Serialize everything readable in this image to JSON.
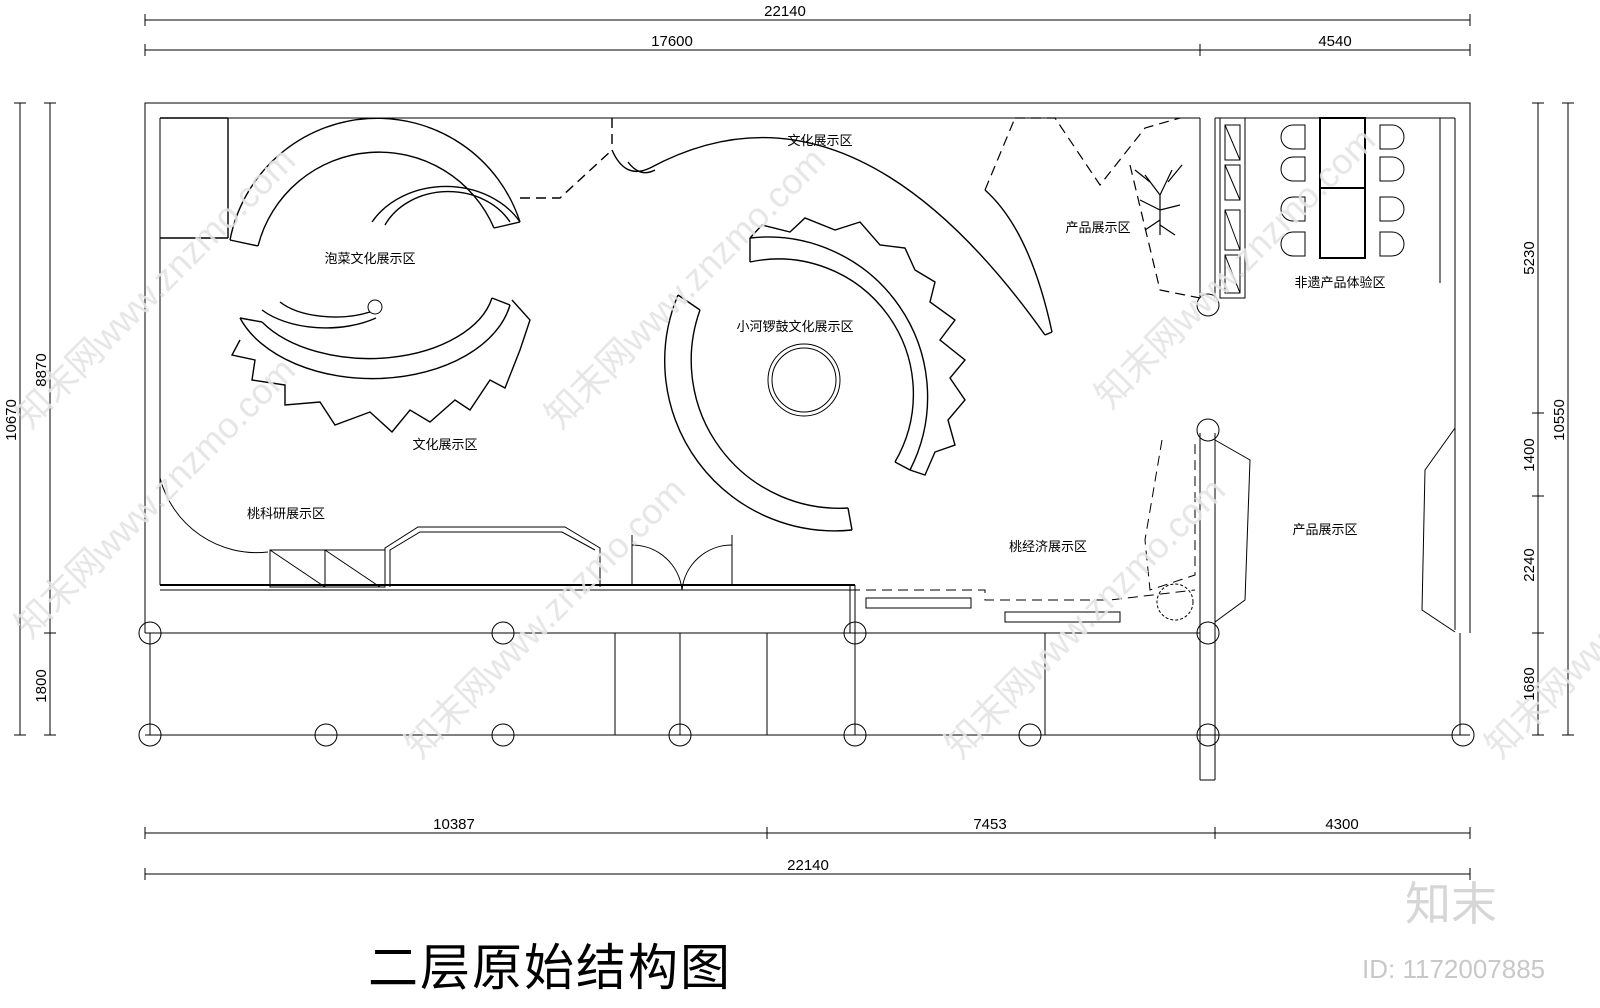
{
  "title": "二层原始结构图",
  "dimensions": {
    "top_total": "22140",
    "top_left": "17600",
    "top_right": "4540",
    "bottom_a": "10387",
    "bottom_b": "7453",
    "bottom_c": "4300",
    "bottom_total": "22140",
    "left_outer": "10670",
    "left_inner": "8870",
    "left_lower": "1800",
    "right_a": "5230",
    "right_b": "1400",
    "right_c": "2240",
    "right_d": "1680",
    "right_total": "10550"
  },
  "zones": {
    "paocai": "泡菜文化展示区",
    "culture_left": "文化展示区",
    "culture_top": "文化展示区",
    "gong_drum": "小河锣鼓文化展示区",
    "peach_research": "桃科研展示区",
    "peach_economy": "桃经济展示区",
    "product_top": "产品展示区",
    "product_right": "产品展示区",
    "heritage": "非遗产品体验区"
  },
  "watermark": {
    "logo": "知末",
    "id": "ID: 1172007885",
    "site": "知末网www.znzmo.com"
  }
}
